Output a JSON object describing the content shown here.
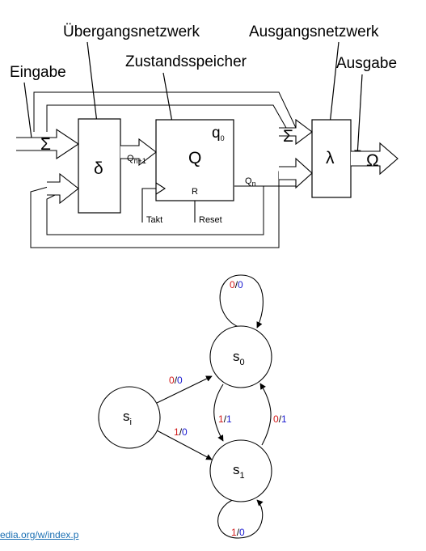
{
  "block_diagram": {
    "labels": {
      "transition_network": "Übergangsnetzwerk",
      "output_network": "Ausgangsnetzwerk",
      "input": "Eingabe",
      "state_memory": "Zustandsspeicher",
      "output": "Ausgabe"
    },
    "symbols": {
      "sigma_input": "Σ",
      "delta": "δ",
      "q_next_main": "Q",
      "q_next_sub": "n+1",
      "state_q": "Q",
      "q0_main": "q",
      "q0_sub": "0",
      "reset_pin": "R",
      "qn_main": "Q",
      "qn_sub": "n",
      "sigma_output_net": "Σ",
      "lambda": "λ",
      "omega": "Ω"
    },
    "signals": {
      "clock": "Takt",
      "reset": "Reset"
    }
  },
  "state_diagram": {
    "states": {
      "initial": {
        "main": "s",
        "sub": "i"
      },
      "s0": {
        "main": "s",
        "sub": "0"
      },
      "s1": {
        "main": "s",
        "sub": "1"
      }
    },
    "transitions": {
      "s0_loop": {
        "input": "0",
        "output": "0"
      },
      "si_to_s0": {
        "input": "0",
        "output": "0"
      },
      "si_to_s1": {
        "input": "1",
        "output": "0"
      },
      "s0_to_s1": {
        "input": "1",
        "output": "1"
      },
      "s1_to_s0": {
        "input": "0",
        "output": "1"
      },
      "s1_loop": {
        "input": "1",
        "output": "0"
      }
    },
    "colors": {
      "input": "#d11a1a",
      "output": "#1a1ad1"
    }
  },
  "source_link_text": "edia.org/w/index.p"
}
